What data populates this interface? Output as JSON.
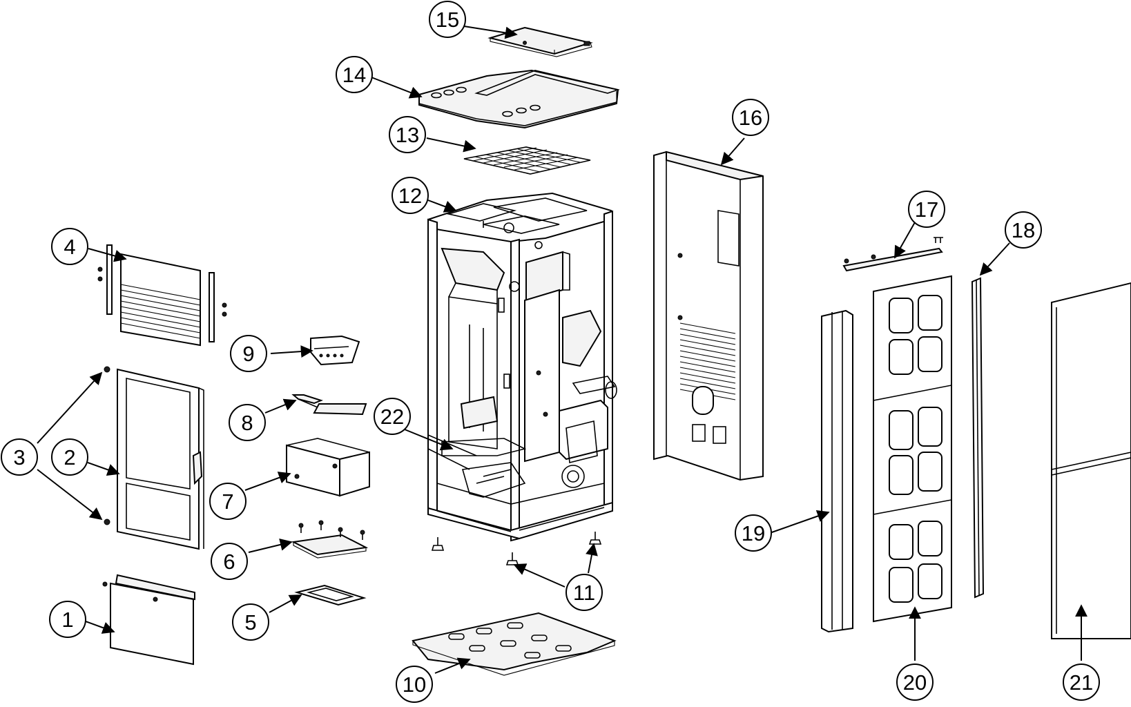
{
  "diagram": {
    "callouts": [
      {
        "id": "1",
        "label": "1"
      },
      {
        "id": "2",
        "label": "2"
      },
      {
        "id": "3",
        "label": "3"
      },
      {
        "id": "4",
        "label": "4"
      },
      {
        "id": "5",
        "label": "5"
      },
      {
        "id": "6",
        "label": "6"
      },
      {
        "id": "7",
        "label": "7"
      },
      {
        "id": "8",
        "label": "8"
      },
      {
        "id": "9",
        "label": "9"
      },
      {
        "id": "10",
        "label": "10"
      },
      {
        "id": "11",
        "label": "11"
      },
      {
        "id": "12",
        "label": "12"
      },
      {
        "id": "13",
        "label": "13"
      },
      {
        "id": "14",
        "label": "14"
      },
      {
        "id": "15",
        "label": "15"
      },
      {
        "id": "16",
        "label": "16"
      },
      {
        "id": "17",
        "label": "17"
      },
      {
        "id": "18",
        "label": "18"
      },
      {
        "id": "19",
        "label": "19"
      },
      {
        "id": "20",
        "label": "20"
      },
      {
        "id": "21",
        "label": "21"
      },
      {
        "id": "22",
        "label": "22"
      }
    ],
    "colors": {
      "line": "#000000",
      "background": "#ffffff",
      "part_fill": "#f3f3f3"
    }
  }
}
